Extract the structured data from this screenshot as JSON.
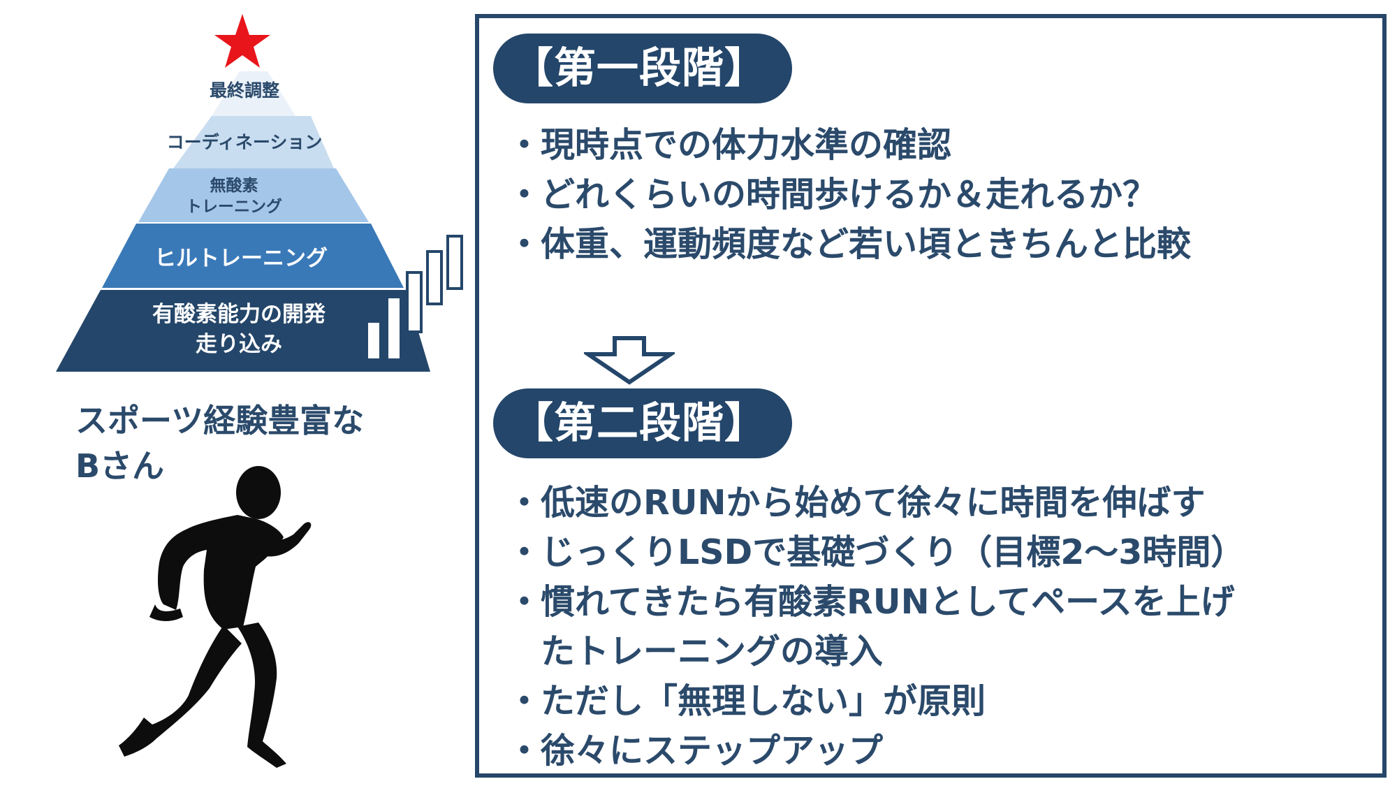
{
  "pyramid": {
    "star_color": "#e8151b",
    "levels": [
      {
        "label": "最終調整",
        "color": "#eaf1f9"
      },
      {
        "label": "コーディネーション",
        "color": "#c9ddf0"
      },
      {
        "label_line1": "無酸素",
        "label_line2": "トレーニング",
        "color": "#a4c6e8"
      },
      {
        "label": "ヒルトレーニング",
        "color": "#3a79b8"
      },
      {
        "label_line1": "有酸素能力の開発",
        "label_line2": "走り込み",
        "color": "#24466a"
      }
    ],
    "icons": [
      "star-icon",
      "growth-steps-icon"
    ]
  },
  "person": {
    "caption_line1": "スポーツ経験豊富な",
    "caption_line2": "Bさん",
    "icon": "runner-silhouette-icon"
  },
  "stage1": {
    "title": "【第一段階】",
    "bullet": "・",
    "items": [
      "現時点での体力水準の確認",
      "どれくらいの時間歩けるか＆走れるか？",
      "体重、運動頻度など若い頃ときちんと比較"
    ]
  },
  "transition": {
    "icon": "down-arrow-icon"
  },
  "stage2": {
    "title": "【第二段階】",
    "bullet": "・",
    "items": [
      "低速のRUNから始めて徐々に時間を伸ばす",
      "じっくりLSDで基礎づくり（目標2～3時間）",
      "慣れてきたら有酸素RUNとしてペースを上げ\nたトレーニングの導入",
      "ただし「無理しない」が原則",
      "徐々にステップアップ"
    ]
  },
  "colors": {
    "navy": "#24466a",
    "text": "#2b4a6b",
    "mid_blue": "#3a79b8",
    "star": "#e8151b"
  }
}
